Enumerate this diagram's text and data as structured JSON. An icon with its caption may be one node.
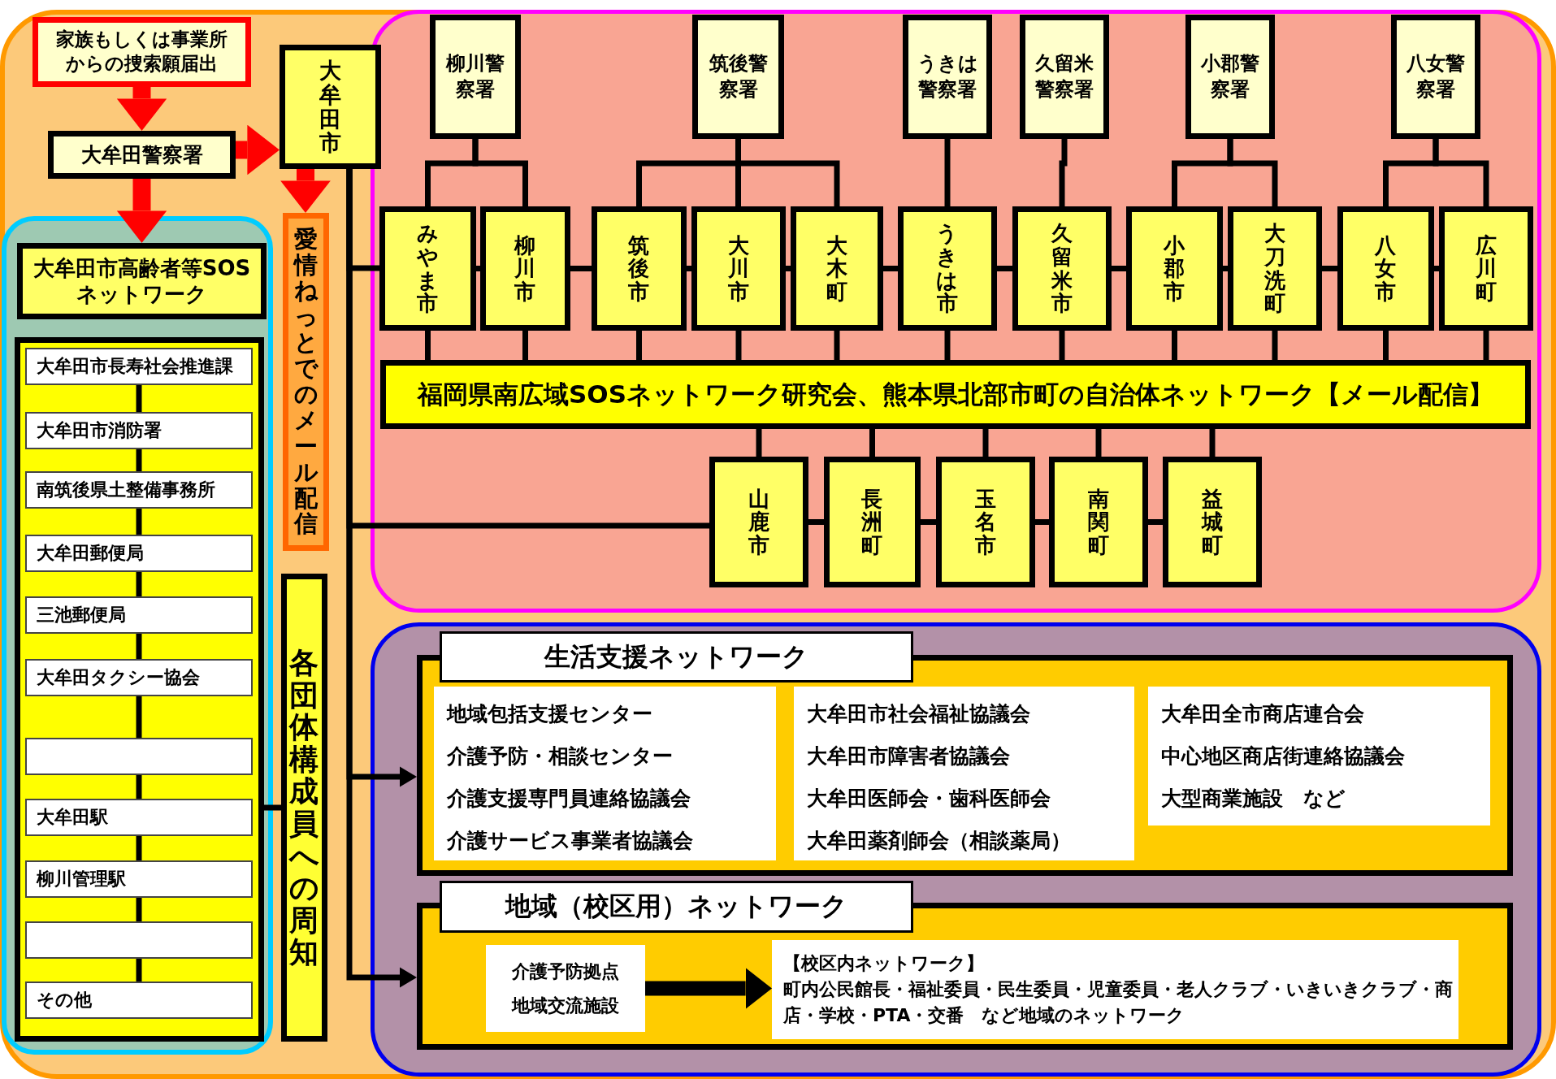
{
  "diagram": {
    "nodes": [
      {
        "text": [
          "家族もしくは事業所からの捜索願届出"
        ]
      },
      {
        "text": [
          "大牟田警察署"
        ]
      },
      {
        "text": [
          "大牟田市"
        ]
      },
      {
        "text": [
          "愛情ねっとでのメール配信"
        ]
      },
      {
        "text": [
          "各団体構成員への周知"
        ]
      },
      {
        "text": [
          "大牟田市高齢者等SOSネットワーク"
        ]
      },
      {
        "text": [],
        "shape": "box"
      },
      {
        "text": [
          "大牟田市長寿社会推進課"
        ],
        "in": 6
      },
      {
        "text": [
          "大牟田市消防署"
        ],
        "in": 6
      },
      {
        "text": [
          "南筑後県土整備事務所"
        ],
        "in": 6
      },
      {
        "text": [
          "大牟田郵便局"
        ],
        "in": 6
      },
      {
        "text": [
          "三池郵便局"
        ],
        "in": 6
      },
      {
        "text": [
          "大牟田タクシー協会"
        ],
        "in": 6
      },
      {
        "text": [],
        "shape": "box",
        "in": 6
      },
      {
        "text": [
          "大牟田駅"
        ],
        "in": 6
      },
      {
        "text": [
          "柳川管理駅"
        ],
        "in": 6
      },
      {
        "text": [],
        "shape": "box",
        "in": 6
      },
      {
        "text": [
          "その他"
        ],
        "in": 6
      },
      {
        "text": [
          "柳川警察署"
        ]
      },
      {
        "text": [
          "筑後警察署"
        ]
      },
      {
        "text": [
          "うきは警察署"
        ]
      },
      {
        "text": [
          "久留米警察署"
        ]
      },
      {
        "text": [
          "小郡警察署"
        ]
      },
      {
        "text": [
          "八女警察署"
        ]
      },
      {
        "text": [
          "みやま市"
        ]
      },
      {
        "text": [
          "柳川市"
        ]
      },
      {
        "text": [
          "筑後市"
        ]
      },
      {
        "text": [
          "大川市"
        ]
      },
      {
        "text": [
          "大木町"
        ]
      },
      {
        "text": [
          "うきは市"
        ]
      },
      {
        "text": [
          "久留米市"
        ]
      },
      {
        "text": [
          "小郡市"
        ]
      },
      {
        "text": [
          "大刀洗町"
        ]
      },
      {
        "text": [
          "八女市"
        ]
      },
      {
        "text": [
          "広川町"
        ]
      },
      {
        "text": [
          "福岡県南広域SOSネットワーク研究会、熊本県北部市町の自治体ネットワーク【メール配信】"
        ]
      },
      {
        "text": [
          "山鹿市"
        ]
      },
      {
        "text": [
          "長洲町"
        ]
      },
      {
        "text": [
          "玉名市"
        ]
      },
      {
        "text": [
          "南関町"
        ]
      },
      {
        "text": [
          "益城町"
        ]
      },
      {
        "text": [
          "生活支援ネットワーク"
        ]
      },
      {
        "text": [
          "地域包括支援センター",
          "介護予防・相談センター",
          "介護支援専門員連絡協議会",
          "介護サービス事業者協議会"
        ],
        "in": 41
      },
      {
        "text": [
          "大牟田市社会福祉協議会",
          "大牟田市障害者協議会",
          "大牟田医師会・歯科医師会",
          "大牟田薬剤師会（相談薬局）"
        ],
        "in": 41
      },
      {
        "text": [
          "大牟田全市商店連合会",
          "中心地区商店街連絡協議会",
          "大型商業施設　など"
        ],
        "in": 41
      },
      {
        "text": [
          "地域（校区用）ネットワーク"
        ]
      },
      {
        "text": [
          "介護予防拠点",
          "地域交流施設"
        ],
        "in": 45
      },
      {
        "text": [
          "【校区内ネットワーク】",
          "町内公民館長・福祉委員・民生委員・児童委員・老人クラブ・いきいきクラブ・商店・学校・PTA・交番　など地域のネットワーク"
        ],
        "in": 45
      }
    ],
    "edges": [
      {
        "from": 0,
        "to": 1,
        "arrow": "to",
        "style": "thick",
        "color": "#ff0000"
      },
      {
        "from": 1,
        "to": 2,
        "arrow": "to",
        "style": "thick",
        "color": "#ff0000"
      },
      {
        "from": 1,
        "to": 5,
        "arrow": "to",
        "style": "thick",
        "color": "#ff0000"
      },
      {
        "from": 2,
        "to": 3,
        "arrow": "to",
        "style": "thick",
        "color": "#ff0000"
      },
      {
        "from": 2,
        "to": 24,
        "arrow": "none"
      },
      {
        "from": 2,
        "to": 36,
        "arrow": "none"
      },
      {
        "from": 2,
        "to": 41,
        "arrow": "to"
      },
      {
        "from": 2,
        "to": 45,
        "arrow": "to"
      },
      {
        "from": 6,
        "to": 4,
        "arrow": "none"
      },
      {
        "from": 7,
        "to": 8,
        "arrow": "none"
      },
      {
        "from": 8,
        "to": 9,
        "arrow": "none"
      },
      {
        "from": 9,
        "to": 10,
        "arrow": "none"
      },
      {
        "from": 10,
        "to": 11,
        "arrow": "none"
      },
      {
        "from": 11,
        "to": 12,
        "arrow": "none"
      },
      {
        "from": 12,
        "to": 13,
        "arrow": "none"
      },
      {
        "from": 13,
        "to": 14,
        "arrow": "none"
      },
      {
        "from": 14,
        "to": 15,
        "arrow": "none"
      },
      {
        "from": 15,
        "to": 16,
        "arrow": "none"
      },
      {
        "from": 16,
        "to": 17,
        "arrow": "none"
      },
      {
        "from": 18,
        "to": 24,
        "arrow": "none"
      },
      {
        "from": 18,
        "to": 25,
        "arrow": "none"
      },
      {
        "from": 19,
        "to": 26,
        "arrow": "none"
      },
      {
        "from": 19,
        "to": 27,
        "arrow": "none"
      },
      {
        "from": 19,
        "to": 28,
        "arrow": "none"
      },
      {
        "from": 20,
        "to": 29,
        "arrow": "none"
      },
      {
        "from": 21,
        "to": 30,
        "arrow": "none"
      },
      {
        "from": 22,
        "to": 31,
        "arrow": "none"
      },
      {
        "from": 22,
        "to": 32,
        "arrow": "none"
      },
      {
        "from": 23,
        "to": 33,
        "arrow": "none"
      },
      {
        "from": 23,
        "to": 34,
        "arrow": "none"
      },
      {
        "from": 24,
        "to": 25,
        "arrow": "none"
      },
      {
        "from": 25,
        "to": 26,
        "arrow": "none"
      },
      {
        "from": 26,
        "to": 27,
        "arrow": "none"
      },
      {
        "from": 27,
        "to": 28,
        "arrow": "none"
      },
      {
        "from": 28,
        "to": 29,
        "arrow": "none"
      },
      {
        "from": 29,
        "to": 30,
        "arrow": "none"
      },
      {
        "from": 30,
        "to": 31,
        "arrow": "none"
      },
      {
        "from": 31,
        "to": 32,
        "arrow": "none"
      },
      {
        "from": 32,
        "to": 33,
        "arrow": "none"
      },
      {
        "from": 33,
        "to": 34,
        "arrow": "none"
      },
      {
        "from": 24,
        "to": 35,
        "arrow": "none"
      },
      {
        "from": 25,
        "to": 35,
        "arrow": "none"
      },
      {
        "from": 26,
        "to": 35,
        "arrow": "none"
      },
      {
        "from": 27,
        "to": 35,
        "arrow": "none"
      },
      {
        "from": 28,
        "to": 35,
        "arrow": "none"
      },
      {
        "from": 29,
        "to": 35,
        "arrow": "none"
      },
      {
        "from": 30,
        "to": 35,
        "arrow": "none"
      },
      {
        "from": 31,
        "to": 35,
        "arrow": "none"
      },
      {
        "from": 32,
        "to": 35,
        "arrow": "none"
      },
      {
        "from": 33,
        "to": 35,
        "arrow": "none"
      },
      {
        "from": 34,
        "to": 35,
        "arrow": "none"
      },
      {
        "from": 35,
        "to": 36,
        "arrow": "none"
      },
      {
        "from": 35,
        "to": 37,
        "arrow": "none"
      },
      {
        "from": 35,
        "to": 38,
        "arrow": "none"
      },
      {
        "from": 35,
        "to": 39,
        "arrow": "none"
      },
      {
        "from": 35,
        "to": 40,
        "arrow": "none"
      },
      {
        "from": 36,
        "to": 37,
        "arrow": "none"
      },
      {
        "from": 37,
        "to": 38,
        "arrow": "none"
      },
      {
        "from": 38,
        "to": 39,
        "arrow": "none"
      },
      {
        "from": 39,
        "to": 40,
        "arrow": "none"
      },
      {
        "from": 46,
        "to": 47,
        "arrow": "to",
        "style": "thick"
      }
    ]
  }
}
